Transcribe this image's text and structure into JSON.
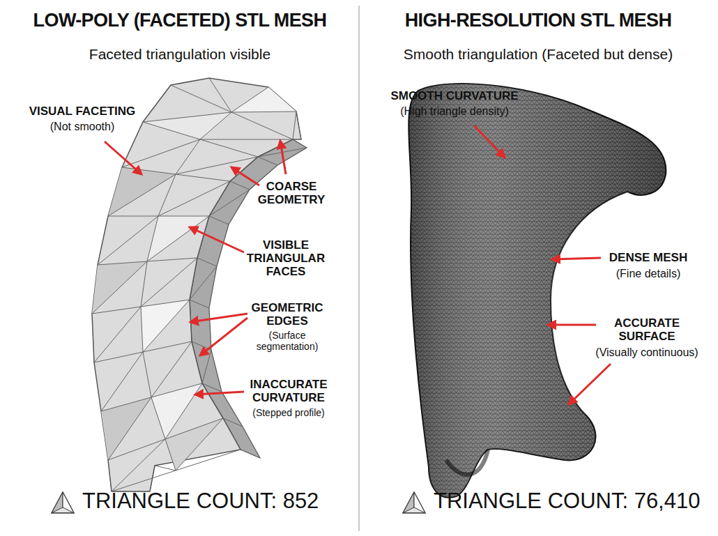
{
  "diagram": {
    "labels": [
      "LOW-POLY (FACETED) STL MESH",
      "Faceted triangulation visible",
      "HIGH-RESOLUTION STL MESH",
      "Smooth triangulation (Faceted but dense)",
      "VISUAL FACETING",
      "(Not smooth)",
      "COARSE GEOMETRY",
      "VISIBLE TRIANGULAR FACES",
      "GEOMETRIC EDGES",
      "(Surface segmentation)",
      "INACCURATE CURVATURE",
      "(Stepped profile)",
      "TRIANGLE COUNT: 852",
      "SMOOTH CURVATURE",
      "(High triangle density)",
      "DENSE MESH",
      "(Fine details)",
      "ACCURATE SURFACE",
      "(Visually continuous)",
      "TRIANGLE COUNT: 76,410"
    ]
  }
}
